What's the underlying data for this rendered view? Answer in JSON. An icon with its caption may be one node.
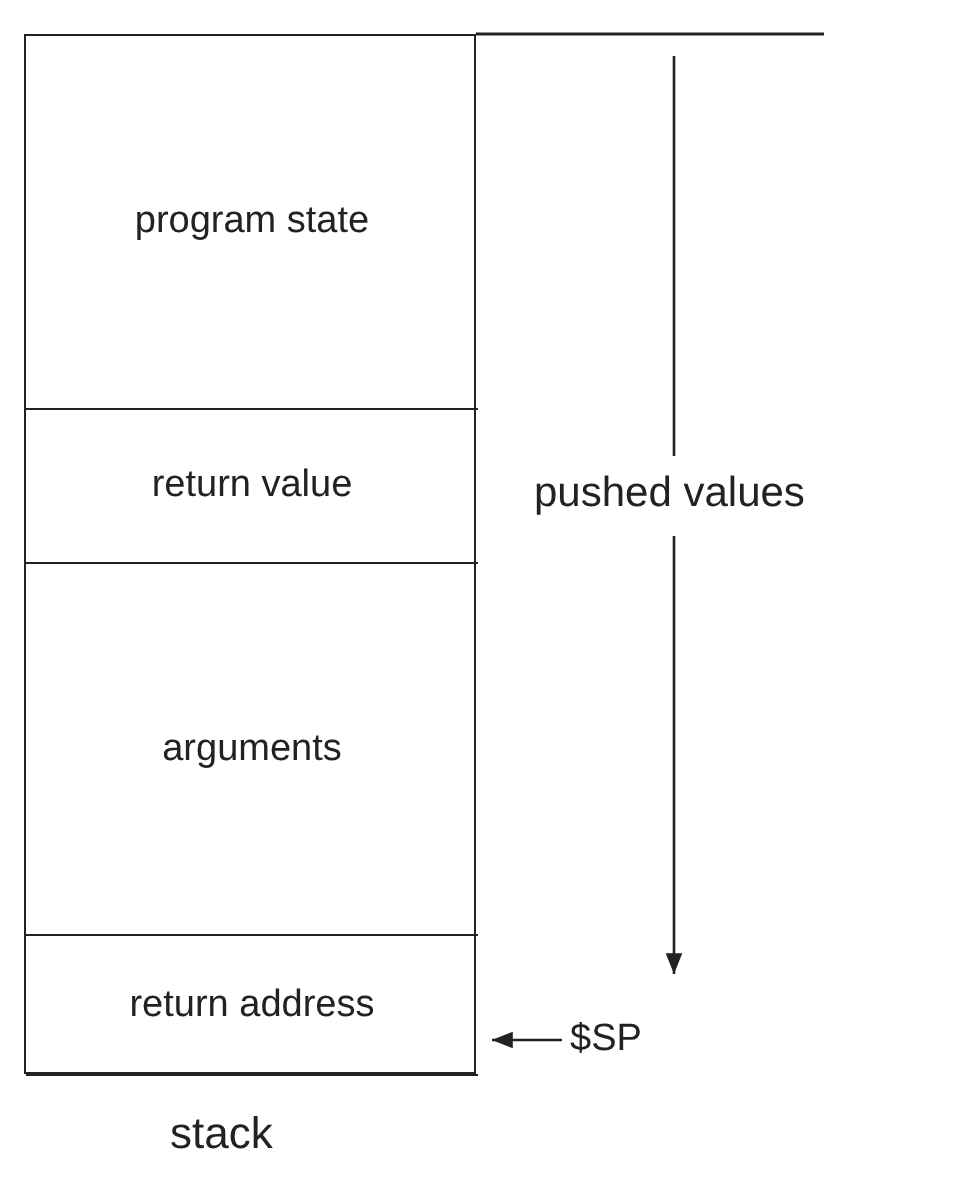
{
  "diagram": {
    "nodes": [
      {
        "text": [
          "stack"
        ]
      },
      {
        "text": [
          "program state"
        ],
        "in": 0
      },
      {
        "text": [
          "return value"
        ],
        "in": 0
      },
      {
        "text": [
          "arguments"
        ],
        "in": 0
      },
      {
        "text": [
          "return address"
        ],
        "in": 0
      },
      {
        "text": [
          "$SP"
        ]
      }
    ],
    "edges": [
      {
        "from": 5,
        "to": 4,
        "arrow": "to"
      }
    ],
    "labels": [
      "pushed values"
    ]
  }
}
